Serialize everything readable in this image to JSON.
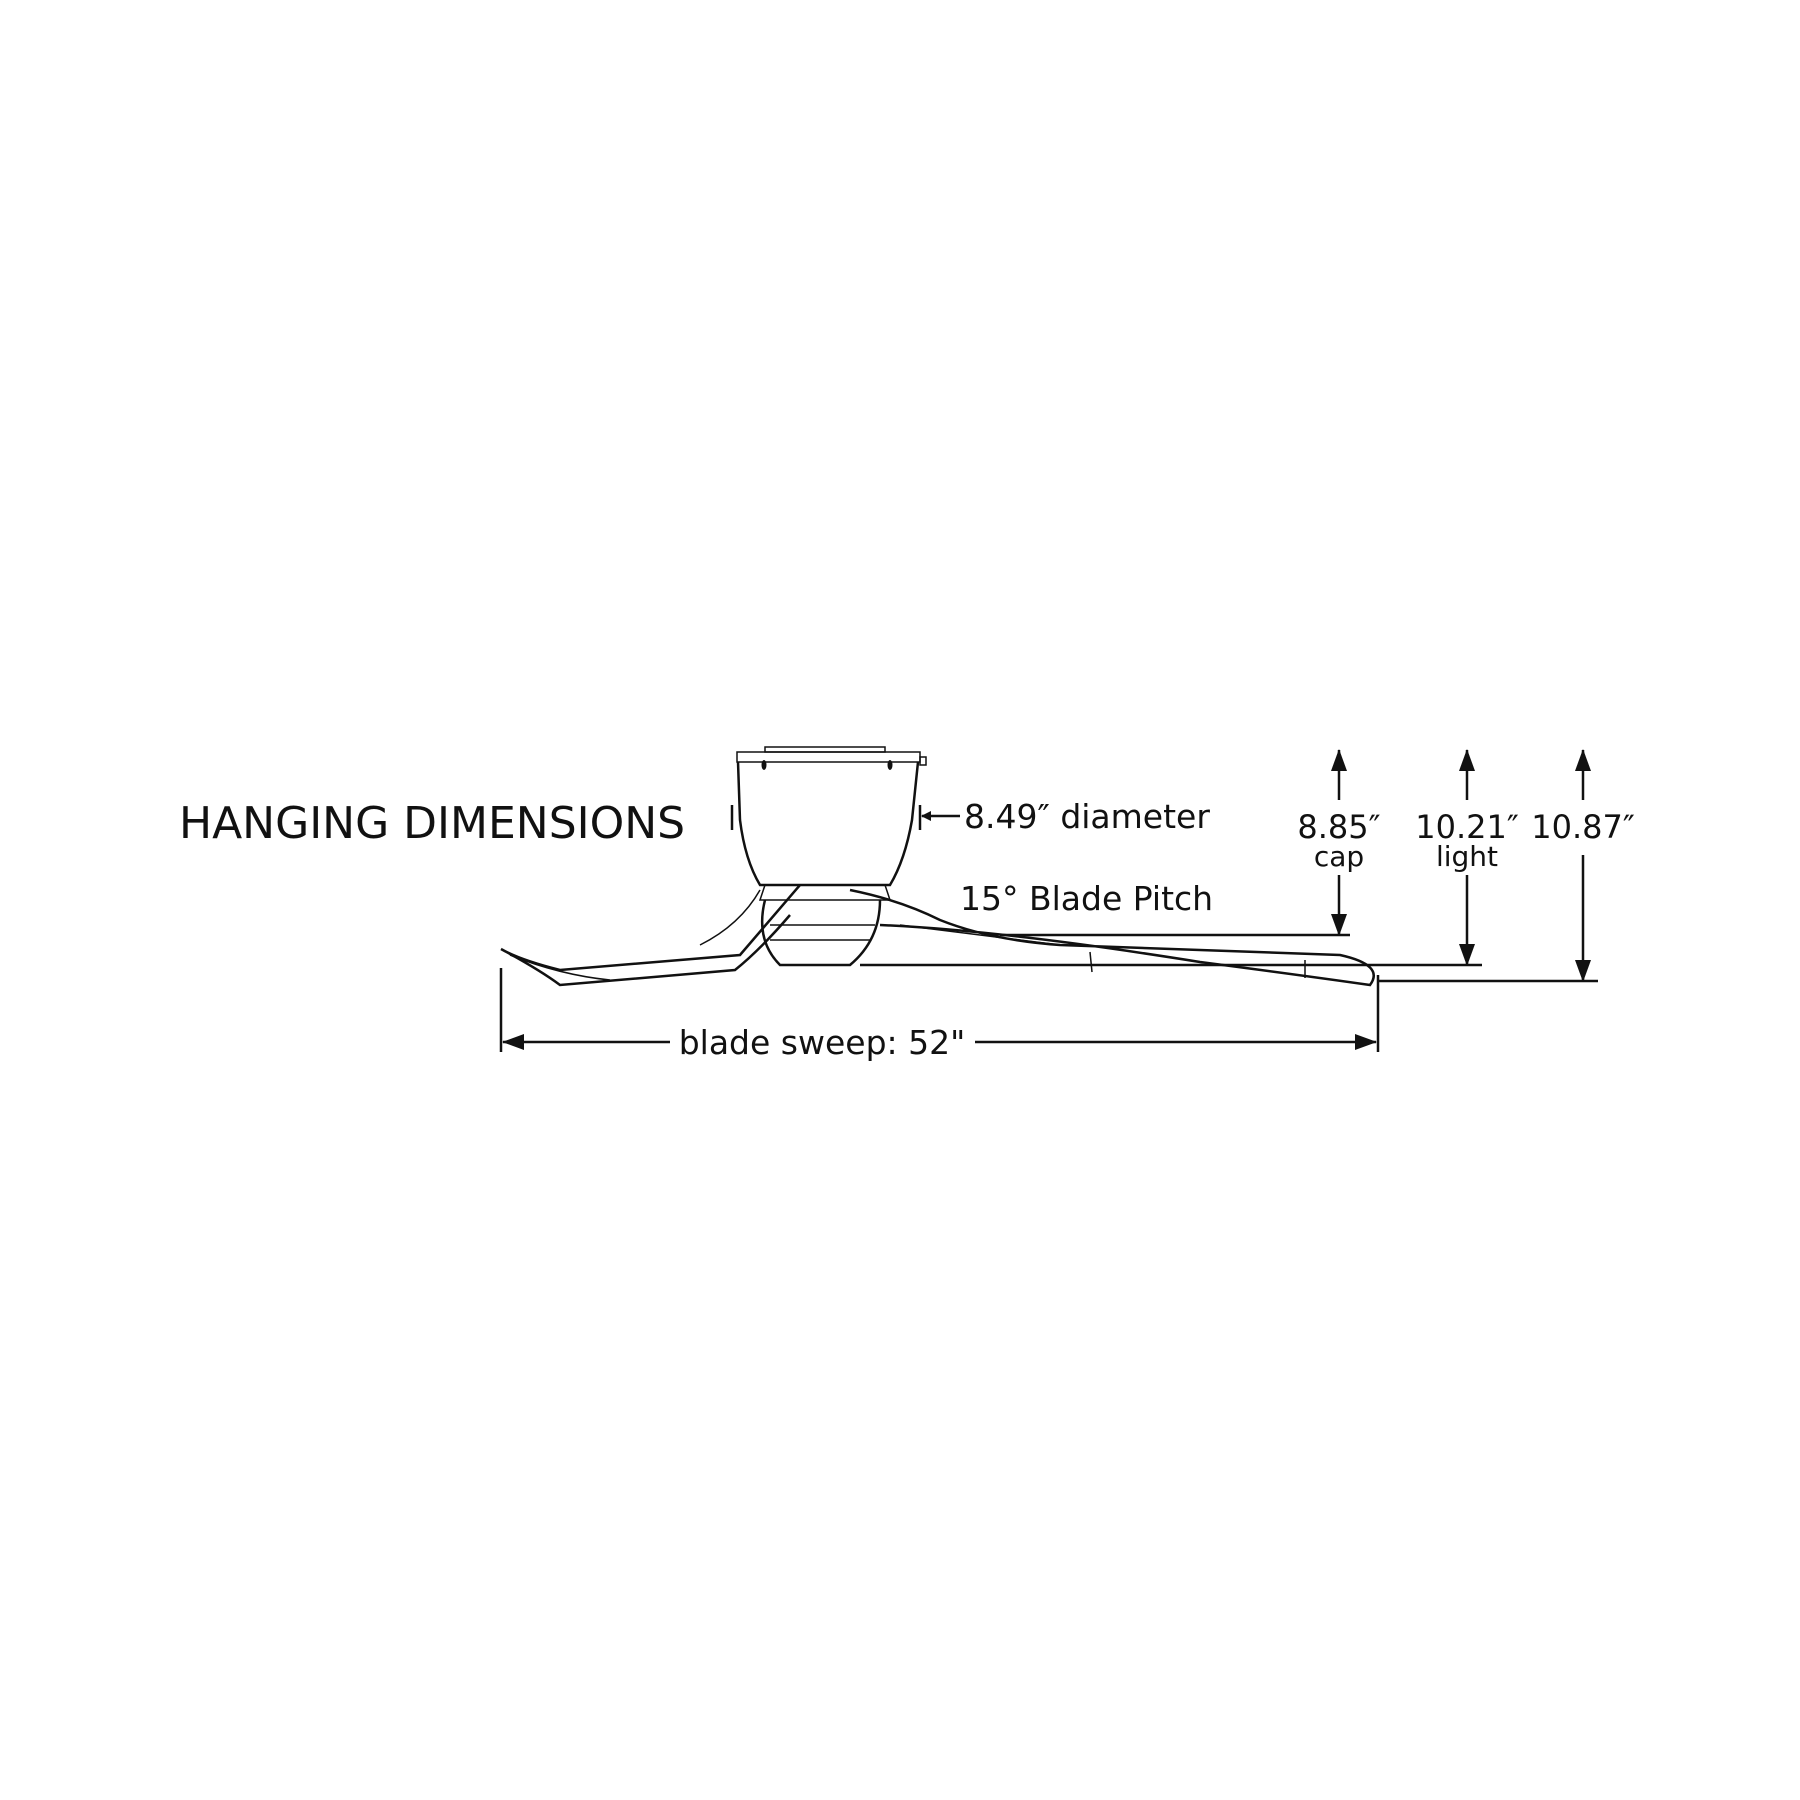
{
  "title": "HANGING DIMENSIONS",
  "diameter": {
    "value": "8.49″",
    "label": "diameter"
  },
  "blade_pitch": "15° Blade Pitch",
  "heights": [
    {
      "value": "8.85″",
      "label": "cap"
    },
    {
      "value": "10.21″",
      "label": "light"
    },
    {
      "value": "10.87″",
      "label": ""
    }
  ],
  "blade_sweep": "blade sweep: 52\""
}
